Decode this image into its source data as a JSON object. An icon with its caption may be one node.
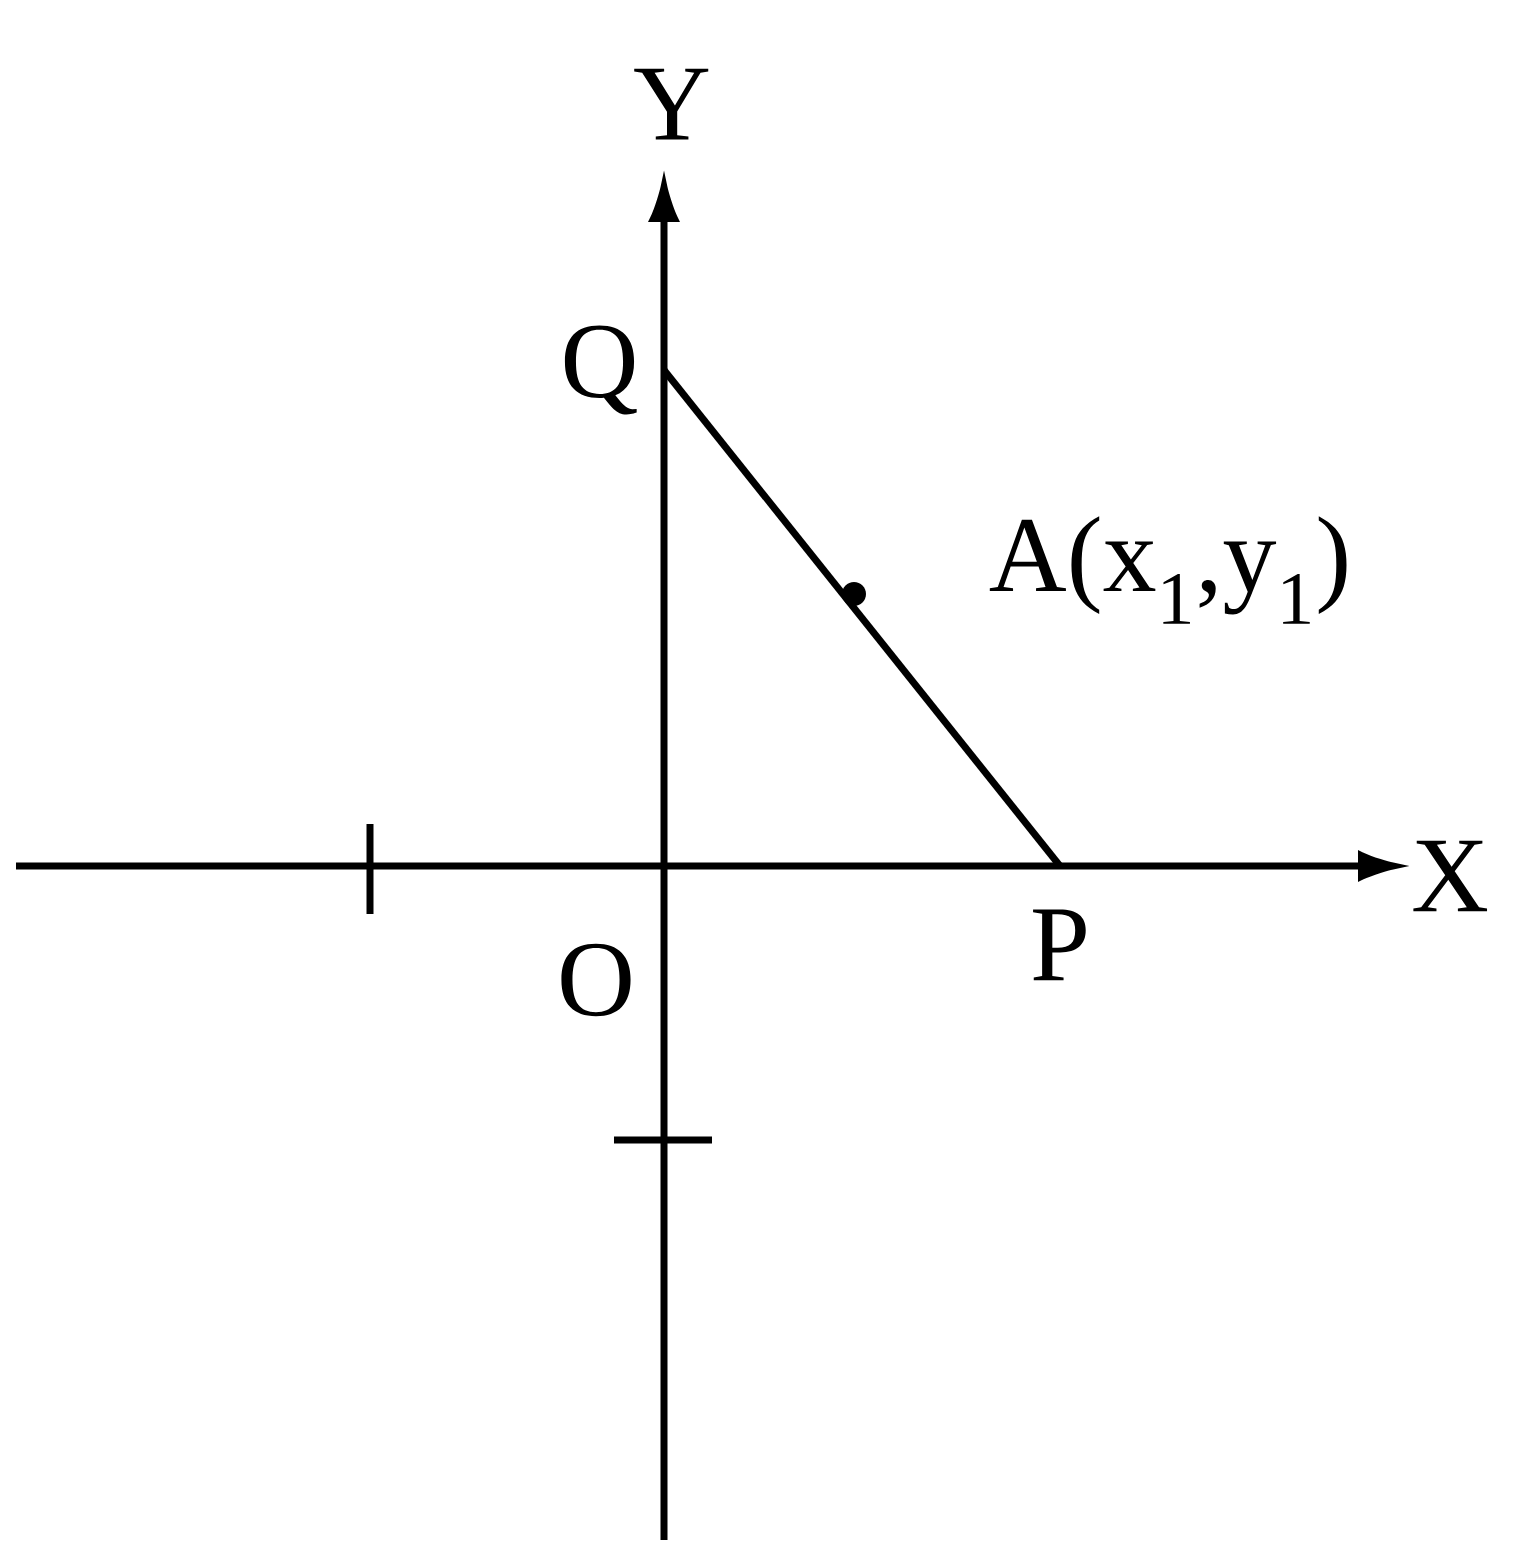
{
  "diagram": {
    "nodes": [
      {
        "text": [
          "Q"
        ]
      },
      {
        "text": [
          "P"
        ]
      }
    ],
    "edges": [
      {
        "from": 0,
        "to": 1,
        "arrow": "none"
      }
    ],
    "labels": [
      "Y",
      "X",
      "O",
      "A(x$_{1}$,y$_{1}$)"
    ]
  }
}
